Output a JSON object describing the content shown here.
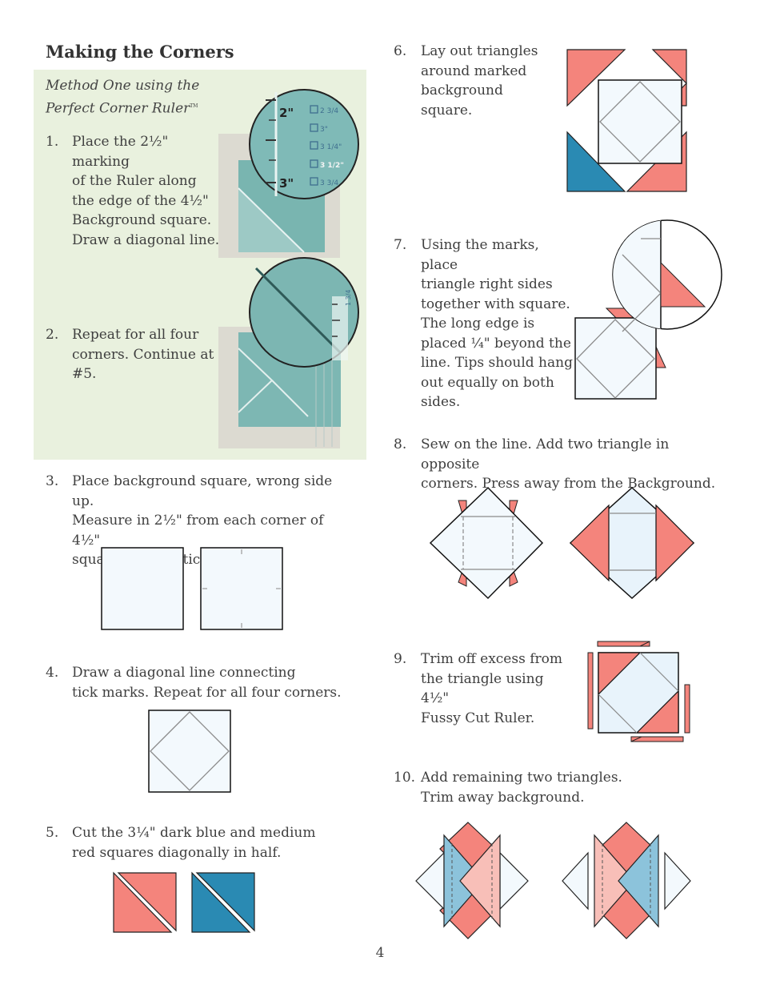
{
  "page": {
    "title": "Making the Corners",
    "method_line1": "Method One using the",
    "method_line2": "Perfect Corner Ruler",
    "method_tm": "TM",
    "page_number": "4"
  },
  "ruler_marks": {
    "photo1": [
      "2\"",
      "3\"",
      "2 3/4",
      "3\"",
      "3 1/4\"",
      "3 1/2\"",
      "3 3/4"
    ],
    "photo2": [
      "1 3/4"
    ]
  },
  "steps": [
    {
      "num": "1.",
      "lines": [
        "Place the 2½\" marking",
        "of the Ruler along",
        "the edge of the 4½\"",
        "Background square.",
        "Draw a diagonal line."
      ]
    },
    {
      "num": "2.",
      "lines": [
        "Repeat for all four",
        "corners. Continue at",
        "#5."
      ]
    },
    {
      "num": "3.",
      "lines": [
        "Place background square, wrong side up.",
        "Measure in 2½\" from each corner of 4½\"",
        "square. Make a tick mark."
      ]
    },
    {
      "num": "4.",
      "lines": [
        "Draw a diagonal line connecting",
        "tick marks. Repeat for all four corners."
      ]
    },
    {
      "num": "5.",
      "lines": [
        "Cut the 3¼\" dark blue and medium",
        "red squares diagonally in half."
      ]
    },
    {
      "num": "6.",
      "lines": [
        "Lay out triangles",
        "around marked",
        "background square."
      ]
    },
    {
      "num": "7.",
      "lines": [
        "Using the marks, place",
        "triangle right sides",
        "together with square.",
        "The long edge is",
        "placed ¼\" beyond the",
        "line. Tips should hang",
        "out equally on both",
        "sides."
      ]
    },
    {
      "num": "8.",
      "lines": [
        "Sew on the line. Add two triangle in opposite",
        "corners. Press away from the Background."
      ]
    },
    {
      "num": "9.",
      "lines": [
        "Trim off excess from",
        "the triangle using 4½\"",
        "Fussy Cut Ruler."
      ]
    },
    {
      "num": "10.",
      "lines": [
        "Add remaining two triangles.",
        "Trim away background."
      ]
    }
  ],
  "colors": {
    "medium_red": "#f4847c",
    "light_red": "#f8bfb8",
    "dark_blue": "#2a8ab3",
    "light_blue": "#8cc3db",
    "background_square": "#f3f9fd",
    "panel_green": "#e9f1de"
  }
}
